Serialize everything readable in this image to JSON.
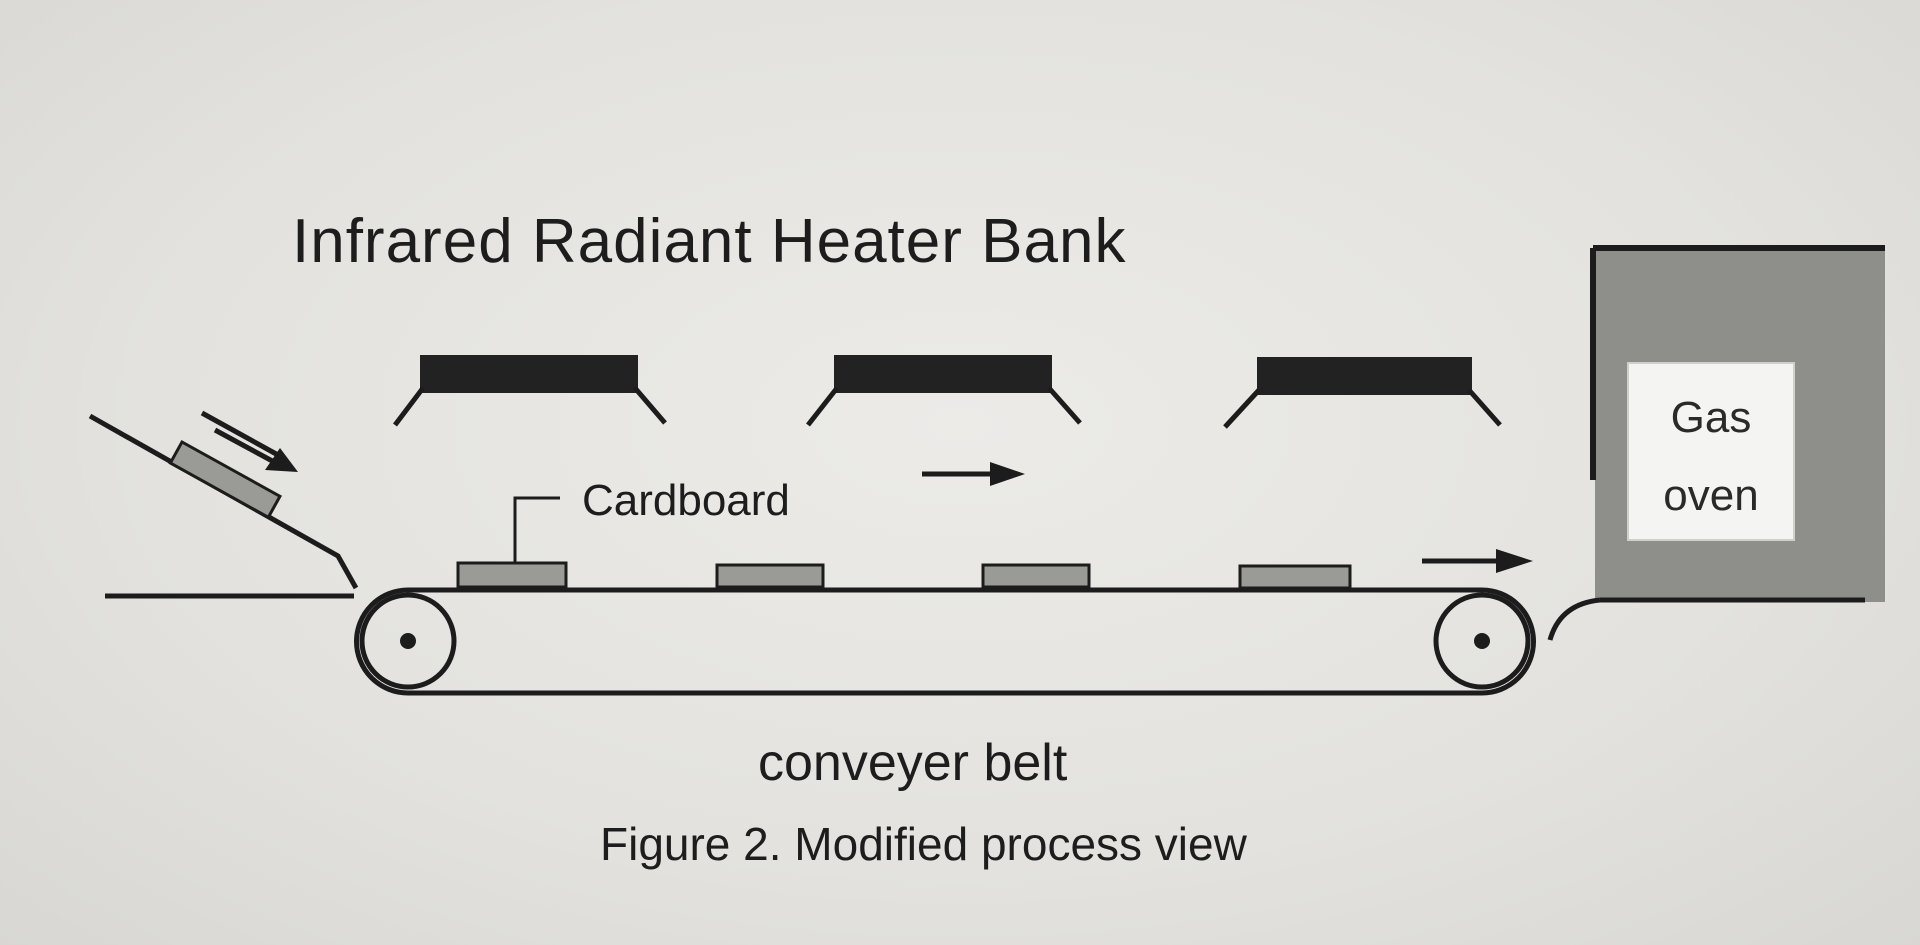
{
  "diagram": {
    "title": "Infrared Radiant Heater Bank",
    "cardboard_label": "Cardboard",
    "oven_label_line1": "Gas",
    "oven_label_line2": "oven",
    "belt_label": "conveyer belt",
    "caption": "Figure 2. Modified process view"
  },
  "colors": {
    "background": "#e4e3df",
    "ink": "#1c1c1c",
    "heater": "#222222",
    "cardboard": "#9a9a96",
    "oven": "#8e8e8b",
    "oven_window": "#f4f4f2"
  },
  "components": {
    "heater_count": 3,
    "cardboard_on_belt_count": 4,
    "cardboard_on_chute_count": 1,
    "roller_count": 2
  }
}
